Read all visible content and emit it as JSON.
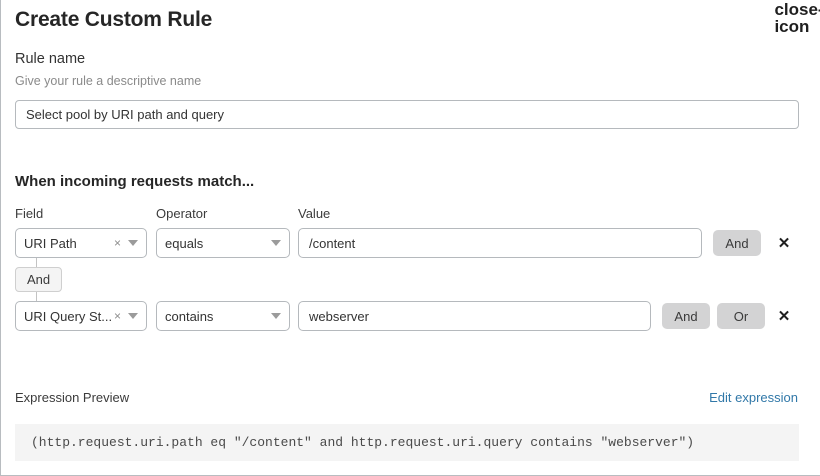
{
  "modal": {
    "title": "Create Custom Rule",
    "close_icon": "close-icon"
  },
  "rule_name": {
    "label": "Rule name",
    "help_text": "Give your rule a descriptive name",
    "value": "Select pool by URI path and query",
    "placeholder": "Select pool by URI path and query"
  },
  "match_section": {
    "title": "When incoming requests match...",
    "columns": {
      "field": "Field",
      "operator": "Operator",
      "value": "Value"
    },
    "connector": {
      "label": "And"
    },
    "rows": [
      {
        "field": "URI Path",
        "field_clear_icon": "×",
        "field_caret_icon": "chevron-down-icon",
        "operator": "equals",
        "operator_caret_icon": "chevron-down-icon",
        "value": "/content",
        "buttons": [
          "And"
        ],
        "delete_icon": "✕"
      },
      {
        "field": "URI Query St...",
        "field_clear_icon": "×",
        "field_caret_icon": "chevron-down-icon",
        "operator": "contains",
        "operator_caret_icon": "chevron-down-icon",
        "value": "webserver",
        "buttons": [
          "And",
          "Or"
        ],
        "delete_icon": "✕"
      }
    ]
  },
  "expression_preview": {
    "label": "Expression Preview",
    "edit_link": "Edit expression",
    "expression": "(http.request.uri.path eq \"/content\" and http.request.uri.query contains \"webserver\")"
  },
  "colors": {
    "link": "#3178a8",
    "button_gray": "#d3d3d4",
    "border": "#b5b9bd",
    "code_bg": "#f4f4f4"
  }
}
